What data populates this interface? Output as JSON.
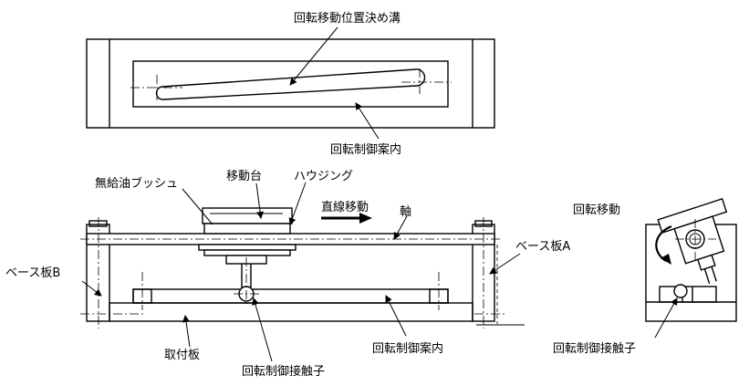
{
  "labels": {
    "rotation_positioning_groove": "回転移動位置決め溝",
    "rotation_guide_top": "回転制御案内",
    "oilless_bush": "無給油ブッシュ",
    "moving_table": "移動台",
    "housing": "ハウジング",
    "linear_motion": "直線移動",
    "shaft": "軸",
    "base_plate_a": "ベース板A",
    "base_plate_b": "ベース板B",
    "mounting_plate": "取付板",
    "rotation_guide_front": "回転制御案内",
    "rotation_contact_front": "回転制御接触子",
    "rotation_motion": "回転移動",
    "rotation_contact_side": "回転制御接触子"
  }
}
